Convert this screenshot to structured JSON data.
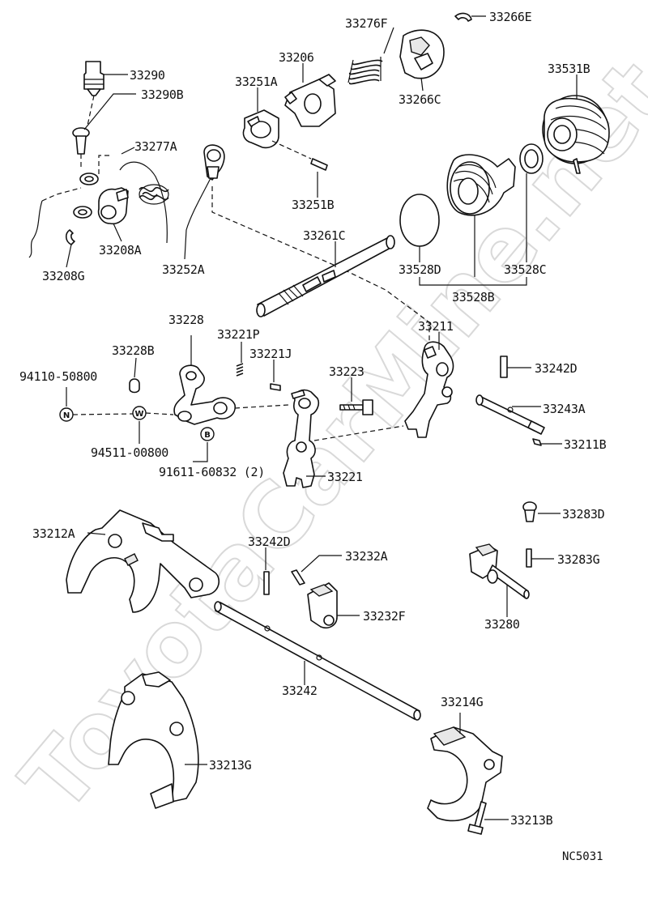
{
  "watermark": "ToyotaCarMine.net",
  "diagram_code": "NC5031",
  "labels": {
    "p33276F": "33276F",
    "p33266E": "33266E",
    "p33206": "33206",
    "p33290": "33290",
    "p33290B": "33290B",
    "p33251A": "33251A",
    "p33266C": "33266C",
    "p33531B": "33531B",
    "p33277A": "33277A",
    "p33251B": "33251B",
    "p33208A": "33208A",
    "p33261C": "33261C",
    "p33208G": "33208G",
    "p33252A": "33252A",
    "p33528D": "33528D",
    "p33528C": "33528C",
    "p33528B": "33528B",
    "p33228": "33228",
    "p33211": "33211",
    "p33221P": "33221P",
    "p33228B": "33228B",
    "p33221J": "33221J",
    "p33242D_a": "33242D",
    "p94110": "94110-50800",
    "p33223": "33223",
    "p33243A": "33243A",
    "p33211B": "33211B",
    "p94511": "94511-00800",
    "p91611": "91611-60832 (2)",
    "p33221": "33221",
    "p33283D": "33283D",
    "p33212A": "33212A",
    "p33242D_b": "33242D",
    "p33232A": "33232A",
    "p33283G": "33283G",
    "p33232F": "33232F",
    "p33280": "33280",
    "p33242": "33242",
    "p33214G": "33214G",
    "p33213G": "33213G",
    "p33213B": "33213B"
  },
  "markers": {
    "n": "N",
    "w": "W",
    "b": "B"
  }
}
